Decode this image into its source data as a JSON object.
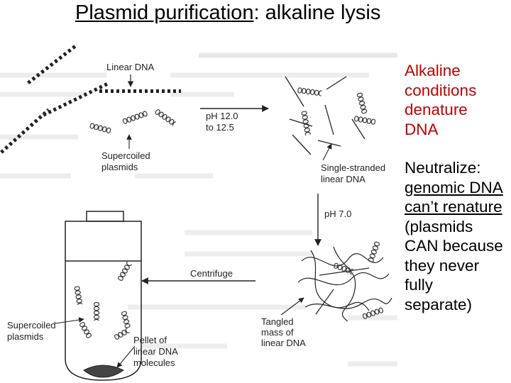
{
  "title": {
    "underlined": "Plasmid purification",
    "rest": ": alkaline lysis"
  },
  "notes": {
    "alkaline": [
      "Alkaline",
      "conditions",
      "denature",
      "DNA"
    ],
    "neutralize": {
      "line1": "Neutralize:",
      "underlined": [
        "genomic DNA",
        "can’t renature"
      ],
      "rest": [
        "(plasmids",
        "CAN because",
        "they never",
        "fully",
        "separate)"
      ]
    }
  },
  "diagram": {
    "linear_dna": "Linear DNA",
    "supercoiled_top": [
      "Supercoiled",
      "plasmids"
    ],
    "ph_high": [
      "pH 12.0",
      "to 12.5"
    ],
    "single_stranded": [
      "Single-stranded",
      "linear DNA"
    ],
    "ph_neutral": "pH 7.0",
    "centrifuge": "Centrifuge",
    "tangled": [
      "Tangled",
      "mass of",
      "linear DNA"
    ],
    "supercoiled_bottom": [
      "Supercoiled",
      "plasmids"
    ],
    "pellet": [
      "Pellet of",
      "linear DNA",
      "molecules"
    ]
  },
  "colors": {
    "note_red": "#c00000",
    "text": "#000000"
  }
}
